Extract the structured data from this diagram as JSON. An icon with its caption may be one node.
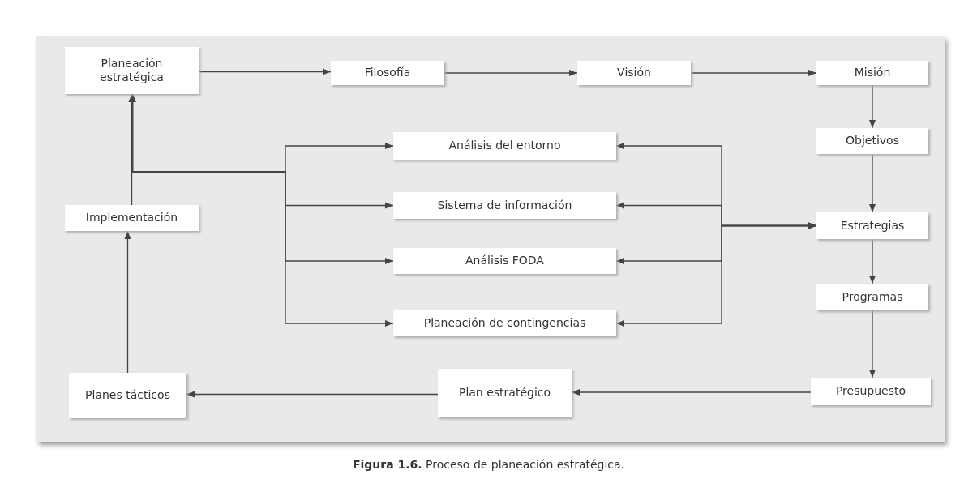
{
  "diagram": {
    "caption": "**Figura 1.6.** Proceso de planeación estratégica.",
    "nodes": [
      {
        "text": [
          "Planeación estratégica"
        ]
      },
      {
        "text": [
          "Filosofía"
        ]
      },
      {
        "text": [
          "Visión"
        ]
      },
      {
        "text": [
          "Misión"
        ]
      },
      {
        "text": [
          "Objetivos"
        ]
      },
      {
        "text": [
          "Estrategias"
        ]
      },
      {
        "text": [
          "Programas"
        ]
      },
      {
        "text": [
          "Presupuesto"
        ]
      },
      {
        "text": [
          "Plan estratégico"
        ]
      },
      {
        "text": [
          "Planes tácticos"
        ]
      },
      {
        "text": [
          "Implementación"
        ]
      },
      {
        "text": [
          "Análisis del entorno"
        ]
      },
      {
        "text": [
          "Sistema de información"
        ]
      },
      {
        "text": [
          "Análisis FODA"
        ]
      },
      {
        "text": [
          "Planeación de contingencias"
        ]
      }
    ],
    "edges": [
      {
        "from": 0,
        "to": 1,
        "arrow": "to"
      },
      {
        "from": 1,
        "to": 2,
        "arrow": "to"
      },
      {
        "from": 2,
        "to": 3,
        "arrow": "to"
      },
      {
        "from": 3,
        "to": 4,
        "arrow": "to"
      },
      {
        "from": 4,
        "to": 5,
        "arrow": "to"
      },
      {
        "from": 5,
        "to": 6,
        "arrow": "to"
      },
      {
        "from": 6,
        "to": 7,
        "arrow": "to"
      },
      {
        "from": 7,
        "to": 8,
        "arrow": "to"
      },
      {
        "from": 8,
        "to": 9,
        "arrow": "to"
      },
      {
        "from": 9,
        "to": 10,
        "arrow": "to"
      },
      {
        "from": 10,
        "to": 0,
        "arrow": "to"
      },
      {
        "from": 5,
        "to": 11,
        "arrow": "both"
      },
      {
        "from": 5,
        "to": 12,
        "arrow": "both"
      },
      {
        "from": 5,
        "to": 13,
        "arrow": "both"
      },
      {
        "from": 5,
        "to": 14,
        "arrow": "both"
      },
      {
        "from": 11,
        "to": 0,
        "arrow": "both"
      },
      {
        "from": 12,
        "to": 0,
        "arrow": "both"
      },
      {
        "from": 13,
        "to": 0,
        "arrow": "both"
      },
      {
        "from": 14,
        "to": 0,
        "arrow": "both"
      }
    ]
  }
}
